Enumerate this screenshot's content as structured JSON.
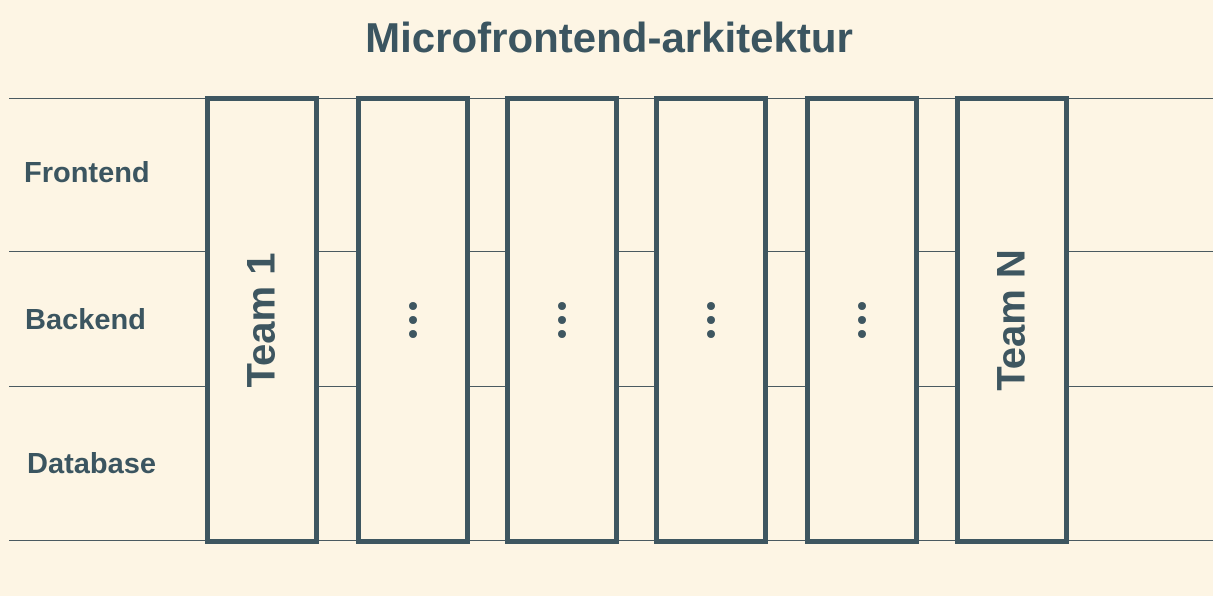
{
  "title": "Microfrontend-arkitektur",
  "layers": [
    "Frontend",
    "Backend",
    "Database"
  ],
  "teams": [
    {
      "name": "Team 1",
      "kind": "named"
    },
    {
      "name": "",
      "kind": "ellipsis",
      "icon": "vertical-ellipsis-icon"
    },
    {
      "name": "",
      "kind": "ellipsis",
      "icon": "vertical-ellipsis-icon"
    },
    {
      "name": "",
      "kind": "ellipsis",
      "icon": "vertical-ellipsis-icon"
    },
    {
      "name": "",
      "kind": "ellipsis",
      "icon": "vertical-ellipsis-icon"
    },
    {
      "name": "Team N",
      "kind": "named"
    }
  ],
  "colors": {
    "background": "#fdf5e4",
    "foreground": "#3e5660"
  }
}
